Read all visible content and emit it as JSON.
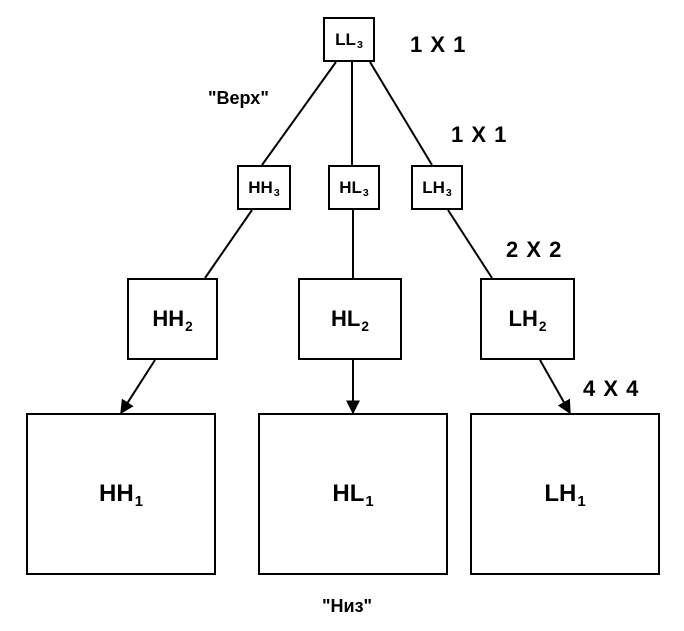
{
  "nodes": {
    "ll3": {
      "main": "LL",
      "sub": "3"
    },
    "hh3": {
      "main": "HH",
      "sub": "3"
    },
    "hl3": {
      "main": "HL",
      "sub": "3"
    },
    "lh3": {
      "main": "LH",
      "sub": "3"
    },
    "hh2": {
      "main": "HH",
      "sub": "2"
    },
    "hl2": {
      "main": "HL",
      "sub": "2"
    },
    "lh2": {
      "main": "LH",
      "sub": "2"
    },
    "hh1": {
      "main": "HH",
      "sub": "1"
    },
    "hl1": {
      "main": "HL",
      "sub": "1"
    },
    "lh1": {
      "main": "LH",
      "sub": "1"
    }
  },
  "sizes": {
    "level_top": "1 X 1",
    "level_3": "1 X 1",
    "level_2": "2 X 2",
    "level_1": "4 X 4"
  },
  "labels": {
    "top": "\"Верх\"",
    "bottom": "\"Низ\""
  }
}
